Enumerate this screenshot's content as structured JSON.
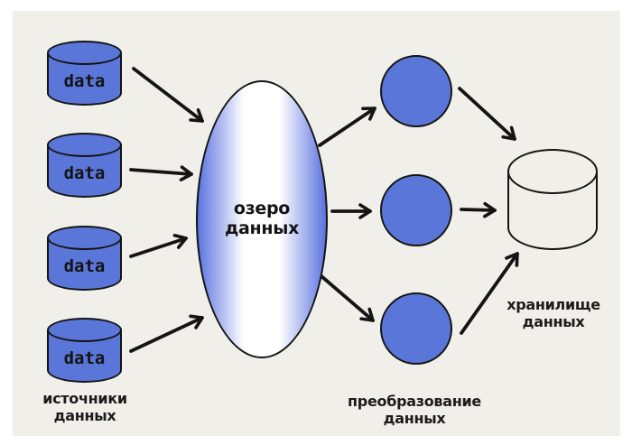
{
  "diagram": {
    "sources": {
      "caption": "источники данных",
      "cylinders": [
        {
          "label": "data"
        },
        {
          "label": "data"
        },
        {
          "label": "data"
        },
        {
          "label": "data"
        }
      ]
    },
    "lake": {
      "label": "озеро данных"
    },
    "transform": {
      "caption": "преобразование данных",
      "circle_count": 3
    },
    "warehouse": {
      "caption": "хранилище данных"
    },
    "colors": {
      "background": "#ffffff",
      "panel": "#f0efe9",
      "node_blue": "#5b76d9",
      "lake_edge_blue": "#5b73df",
      "outline": "#141414"
    }
  }
}
